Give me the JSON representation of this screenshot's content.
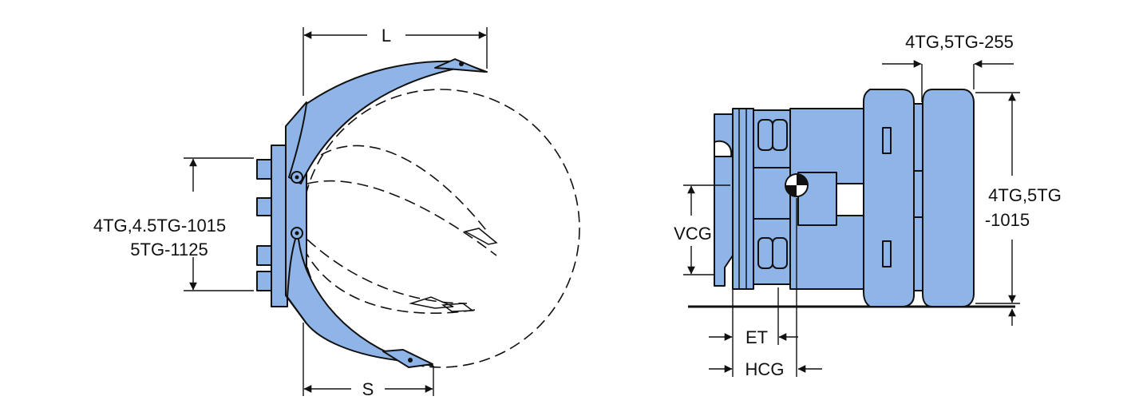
{
  "colors": {
    "part_fill": "#8fb4e8",
    "outline": "#111111",
    "background": "#ffffff"
  },
  "side_view": {
    "labels": {
      "length": "L",
      "spread": "S",
      "height_line1": "4TG,4.5TG-1015",
      "height_line2": "5TG-1125"
    }
  },
  "end_view": {
    "labels": {
      "width_dim": "4TG,5TG-255",
      "height_line1": "4TG,5TG",
      "height_line2": "-1015",
      "vcg": "VCG",
      "et": "ET",
      "hcg": "HCG"
    }
  }
}
